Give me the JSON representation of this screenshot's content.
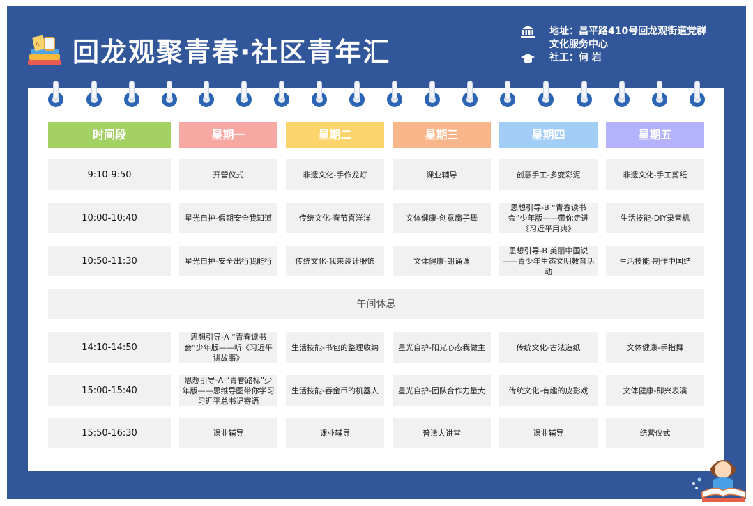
{
  "header": {
    "title": "回龙观聚青春·社区青年汇",
    "address": "地址：昌平路410号回龙观街道党群文化服务中心",
    "social_worker": "社工：何 岩"
  },
  "colors": {
    "frame": "#31569a",
    "time_header": "#a3d164",
    "monday": "#f8a8a3",
    "tuesday": "#fcd46c",
    "wednesday": "#f8b68a",
    "thursday": "#a2cdf7",
    "friday": "#b3b2fa"
  },
  "table": {
    "headers": [
      "时间段",
      "星期一",
      "星期二",
      "星期三",
      "星期四",
      "星期五"
    ],
    "rows": [
      {
        "time": "9:10-9:50",
        "cells": [
          "开营仪式",
          "非遗文化-手作龙灯",
          "课业辅导",
          "创意手工-多变彩泥",
          "非遗文化-手工剪纸"
        ]
      },
      {
        "time": "10:00-10:40",
        "cells": [
          "星光自护-假期安全我知道",
          "传统文化-春节喜洋洋",
          "文体健康-创意扇子舞",
          "思想引导-B “青春读书会”少年版——带你走进《习近平用典》",
          "生活技能-DIY录音机"
        ]
      },
      {
        "time": "10:50-11:30",
        "cells": [
          "星光自护-安全出行我能行",
          "传统文化-我来设计服饰",
          "文体健康-朗诵课",
          "思想引导-B 美丽中国说——青少年生态文明教育活动",
          "生活技能-制作中国结"
        ]
      },
      {
        "time": "14:10-14:50",
        "cells": [
          "思想引导-A “青春读书会”少年版——听《习近平讲故事》",
          "生活技能-书包的整理收纳",
          "星光自护-阳光心态我做主",
          "传统文化-古法造纸",
          "文体健康-手指舞"
        ]
      },
      {
        "time": "15:00-15:40",
        "cells": [
          "思想引导-A “青春路标”少年版——思维导图带你学习习近平总书记寄语",
          "生活技能-吞金币的机器人",
          "星光自护-团队合作力量大",
          "传统文化-有趣的皮影戏",
          "文体健康-即兴表演"
        ]
      },
      {
        "time": "15:50-16:30",
        "cells": [
          "课业辅导",
          "课业辅导",
          "普法大讲堂",
          "课业辅导",
          "结营仪式"
        ]
      }
    ],
    "lunch": "午间休息"
  },
  "icons": [
    "books-icon",
    "building-icon",
    "graduation-cap-icon",
    "reading-child-illustration"
  ]
}
